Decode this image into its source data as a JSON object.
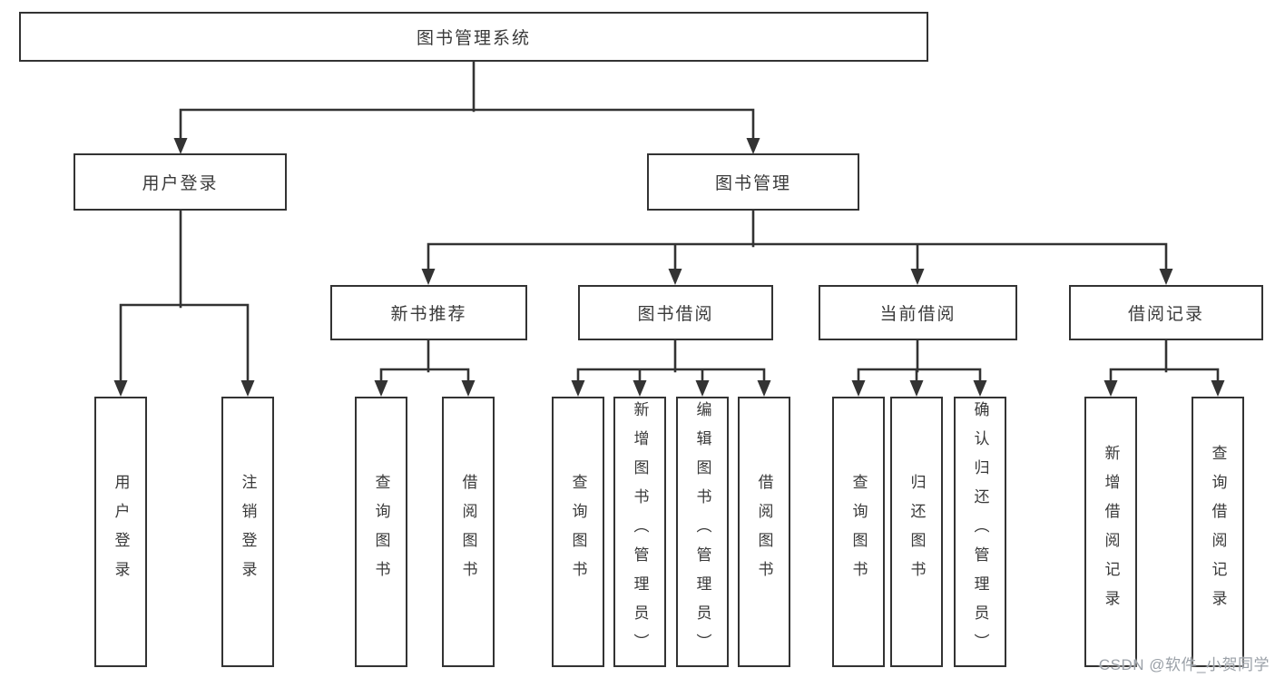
{
  "diagram": {
    "title": "图书管理系统",
    "level2": {
      "user_login": "用户登录",
      "book_management": "图书管理"
    },
    "level3": {
      "new_book_recommend": "新书推荐",
      "book_borrow": "图书借阅",
      "current_borrow": "当前借阅",
      "borrow_records": "借阅记录"
    },
    "leaves": {
      "user_login": "用户登录",
      "logout": "注销登录",
      "nb_query_book": "查询图书",
      "nb_borrow_book": "借阅图书",
      "bb_query_book": "查询图书",
      "bb_add_book_admin": "新增图书（管理员）",
      "bb_edit_book_admin": "编辑图书（管理员）",
      "bb_borrow_book": "借阅图书",
      "cb_query_book": "查询图书",
      "cb_return_book": "归还图书",
      "cb_confirm_return_admin": "确认归还（管理员）",
      "br_add_record": "新增借阅记录",
      "br_query_record": "查询借阅记录"
    },
    "watermark": "CSDN @软件_小贺同学",
    "colors": {
      "line": "#333333",
      "box_background": "#ffffff",
      "text": "#3a3a3a",
      "watermark": "#9ba1a8"
    }
  }
}
